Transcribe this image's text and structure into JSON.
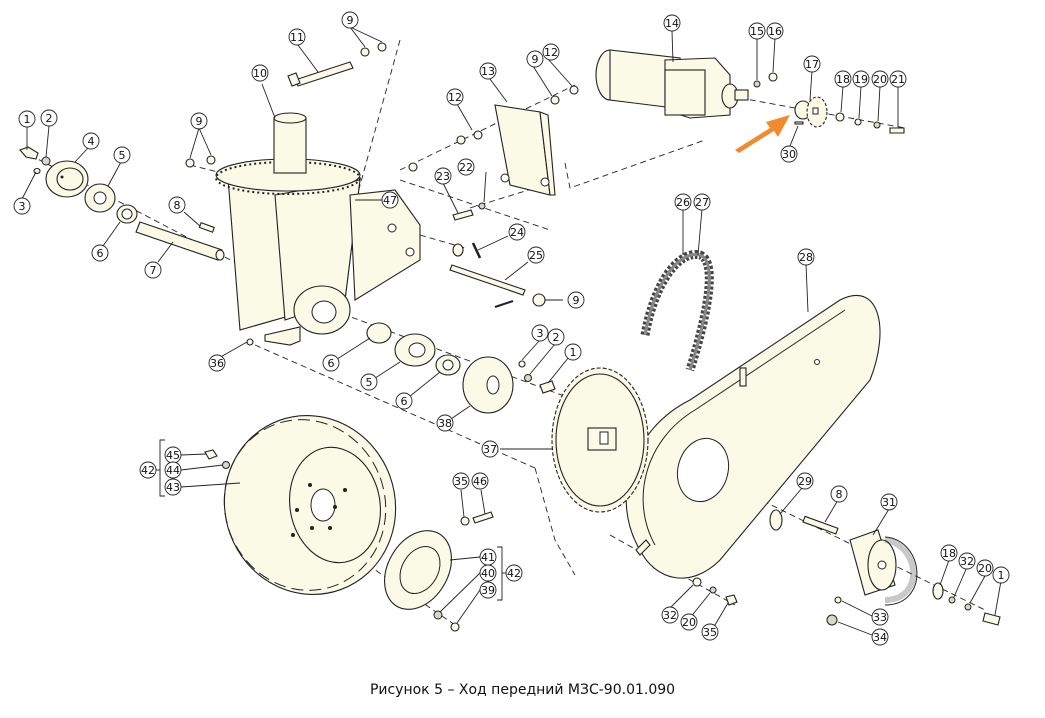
{
  "figure": {
    "caption": "Рисунок 5 – Ход передний МЗС-90.01.090",
    "arrow_color": "#f28a2e",
    "part_fill_color": "#fafae6"
  },
  "callouts": [
    {
      "id": "c1a",
      "label": "1"
    },
    {
      "id": "c2a",
      "label": "2"
    },
    {
      "id": "c3a",
      "label": "3"
    },
    {
      "id": "c4",
      "label": "4"
    },
    {
      "id": "c5a",
      "label": "5"
    },
    {
      "id": "c6a",
      "label": "6"
    },
    {
      "id": "c7",
      "label": "7"
    },
    {
      "id": "c8a",
      "label": "8"
    },
    {
      "id": "c9a",
      "label": "9"
    },
    {
      "id": "c9b",
      "label": "9"
    },
    {
      "id": "c9c",
      "label": "9"
    },
    {
      "id": "c9d",
      "label": "9"
    },
    {
      "id": "c10",
      "label": "10"
    },
    {
      "id": "c11",
      "label": "11"
    },
    {
      "id": "c12a",
      "label": "12"
    },
    {
      "id": "c12b",
      "label": "12"
    },
    {
      "id": "c13",
      "label": "13"
    },
    {
      "id": "c14",
      "label": "14"
    },
    {
      "id": "c15",
      "label": "15"
    },
    {
      "id": "c16",
      "label": "16"
    },
    {
      "id": "c17",
      "label": "17"
    },
    {
      "id": "c18a",
      "label": "18"
    },
    {
      "id": "c19",
      "label": "19"
    },
    {
      "id": "c20a",
      "label": "20"
    },
    {
      "id": "c21",
      "label": "21"
    },
    {
      "id": "c22",
      "label": "22"
    },
    {
      "id": "c23",
      "label": "23"
    },
    {
      "id": "c24",
      "label": "24"
    },
    {
      "id": "c25",
      "label": "25"
    },
    {
      "id": "c26",
      "label": "26"
    },
    {
      "id": "c27",
      "label": "27"
    },
    {
      "id": "c28",
      "label": "28"
    },
    {
      "id": "c30",
      "label": "30"
    },
    {
      "id": "c47",
      "label": "47"
    },
    {
      "id": "c36",
      "label": "36"
    },
    {
      "id": "c6b",
      "label": "6"
    },
    {
      "id": "c5b",
      "label": "5"
    },
    {
      "id": "c6c",
      "label": "6"
    },
    {
      "id": "c38",
      "label": "38"
    },
    {
      "id": "c3b",
      "label": "3"
    },
    {
      "id": "c2b",
      "label": "2"
    },
    {
      "id": "c1b",
      "label": "1"
    },
    {
      "id": "c37",
      "label": "37"
    },
    {
      "id": "c45",
      "label": "45"
    },
    {
      "id": "c44",
      "label": "44"
    },
    {
      "id": "c43",
      "label": "43"
    },
    {
      "id": "c42a",
      "label": "42"
    },
    {
      "id": "c35a",
      "label": "35"
    },
    {
      "id": "c46",
      "label": "46"
    },
    {
      "id": "c41",
      "label": "41"
    },
    {
      "id": "c40",
      "label": "40"
    },
    {
      "id": "c39",
      "label": "39"
    },
    {
      "id": "c42b",
      "label": "42"
    },
    {
      "id": "c29",
      "label": "29"
    },
    {
      "id": "c8b",
      "label": "8"
    },
    {
      "id": "c31",
      "label": "31"
    },
    {
      "id": "c18b",
      "label": "18"
    },
    {
      "id": "c32a",
      "label": "32"
    },
    {
      "id": "c20b",
      "label": "20"
    },
    {
      "id": "c1c",
      "label": "1"
    },
    {
      "id": "c32b",
      "label": "32"
    },
    {
      "id": "c20c",
      "label": "20"
    },
    {
      "id": "c35b",
      "label": "35"
    },
    {
      "id": "c33",
      "label": "33"
    },
    {
      "id": "c34",
      "label": "34"
    }
  ]
}
